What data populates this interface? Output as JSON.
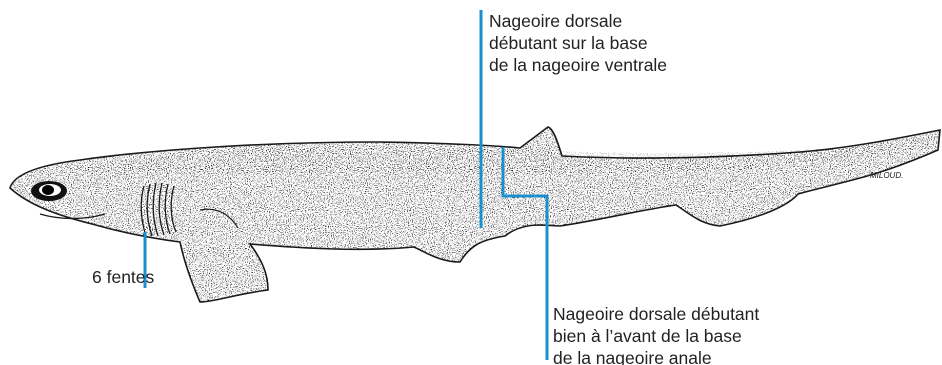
{
  "colors": {
    "leader_line": "#1a8fd0",
    "outline": "#1a1a1a",
    "label_text": "#222222"
  },
  "labels": {
    "dorsal_top": {
      "lines": [
        "Nageoire dorsale",
        "débutant sur la base",
        "de la nageoire ventrale"
      ]
    },
    "gills": {
      "text": "6 fentes"
    },
    "dorsal_bottom": {
      "lines": [
        "Nageoire dorsale débutant",
        "bien à l’avant de la base",
        "de la nageoire anale"
      ]
    }
  },
  "signature": "MILOUD."
}
